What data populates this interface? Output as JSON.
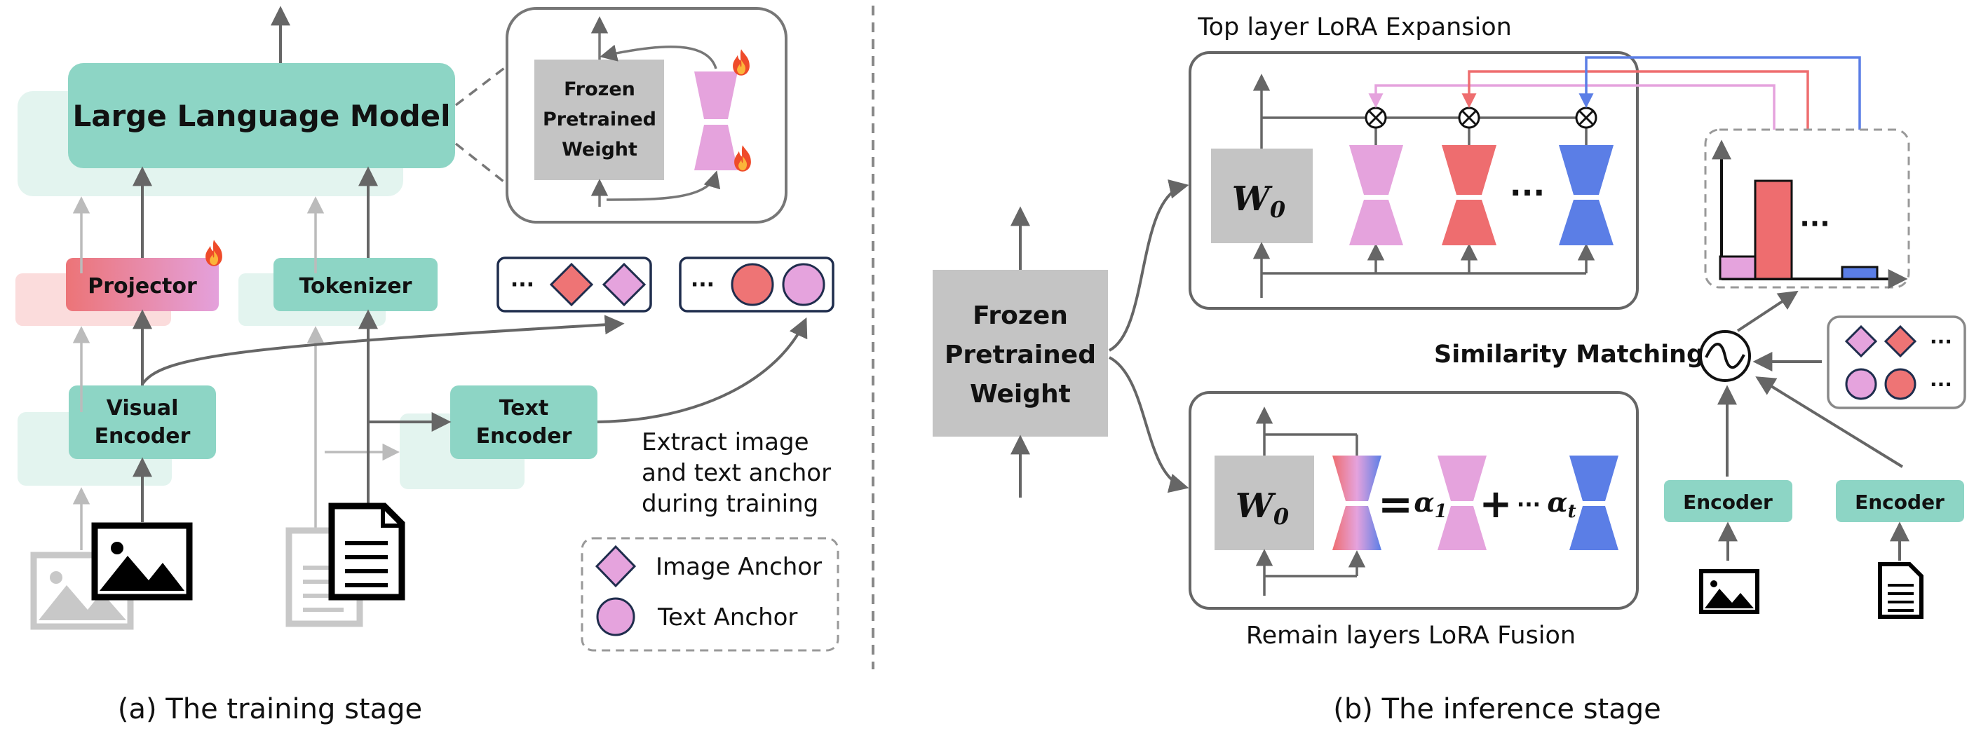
{
  "training": {
    "llm_label": "Large Language Model",
    "frozen_lines": [
      "Frozen",
      "Pretrained",
      "Weight"
    ],
    "projector_label": "Projector",
    "tokenizer_label": "Tokenizer",
    "visual_encoder_lines": [
      "Visual",
      "Encoder"
    ],
    "text_encoder_lines": [
      "Text",
      "Encoder"
    ],
    "ellipsis": "···",
    "extract_lines": [
      "Extract image",
      "and text anchor",
      "during training"
    ],
    "legend": {
      "image_anchor": "Image Anchor",
      "text_anchor": "Text Anchor"
    },
    "caption": "(a) The training stage"
  },
  "inference": {
    "top_title": "Top layer LoRA Expansion",
    "bottom_title": "Remain layers LoRA Fusion",
    "frozen_lines": [
      "Frozen",
      "Pretrained",
      "Weight"
    ],
    "w0_main": "W",
    "w0_sub": "0",
    "ellipsis": "···",
    "similarity_label": "Similarity Matching",
    "encoder_label": "Encoder",
    "equation": {
      "eq": "=",
      "a1": "α",
      "a1_sub": "1",
      "plus": "+",
      "dots": "···",
      "at": "α",
      "at_sub": "t"
    },
    "caption": "(b) The inference stage"
  },
  "colors": {
    "teal": "#8dd5c5",
    "teal_light": "#e3f4ef",
    "pink": "#e5a3dd",
    "red": "#ee7475",
    "blue": "#5b7ee6",
    "gray_box": "#c4c4c4",
    "navy": "#1f2d4d"
  }
}
